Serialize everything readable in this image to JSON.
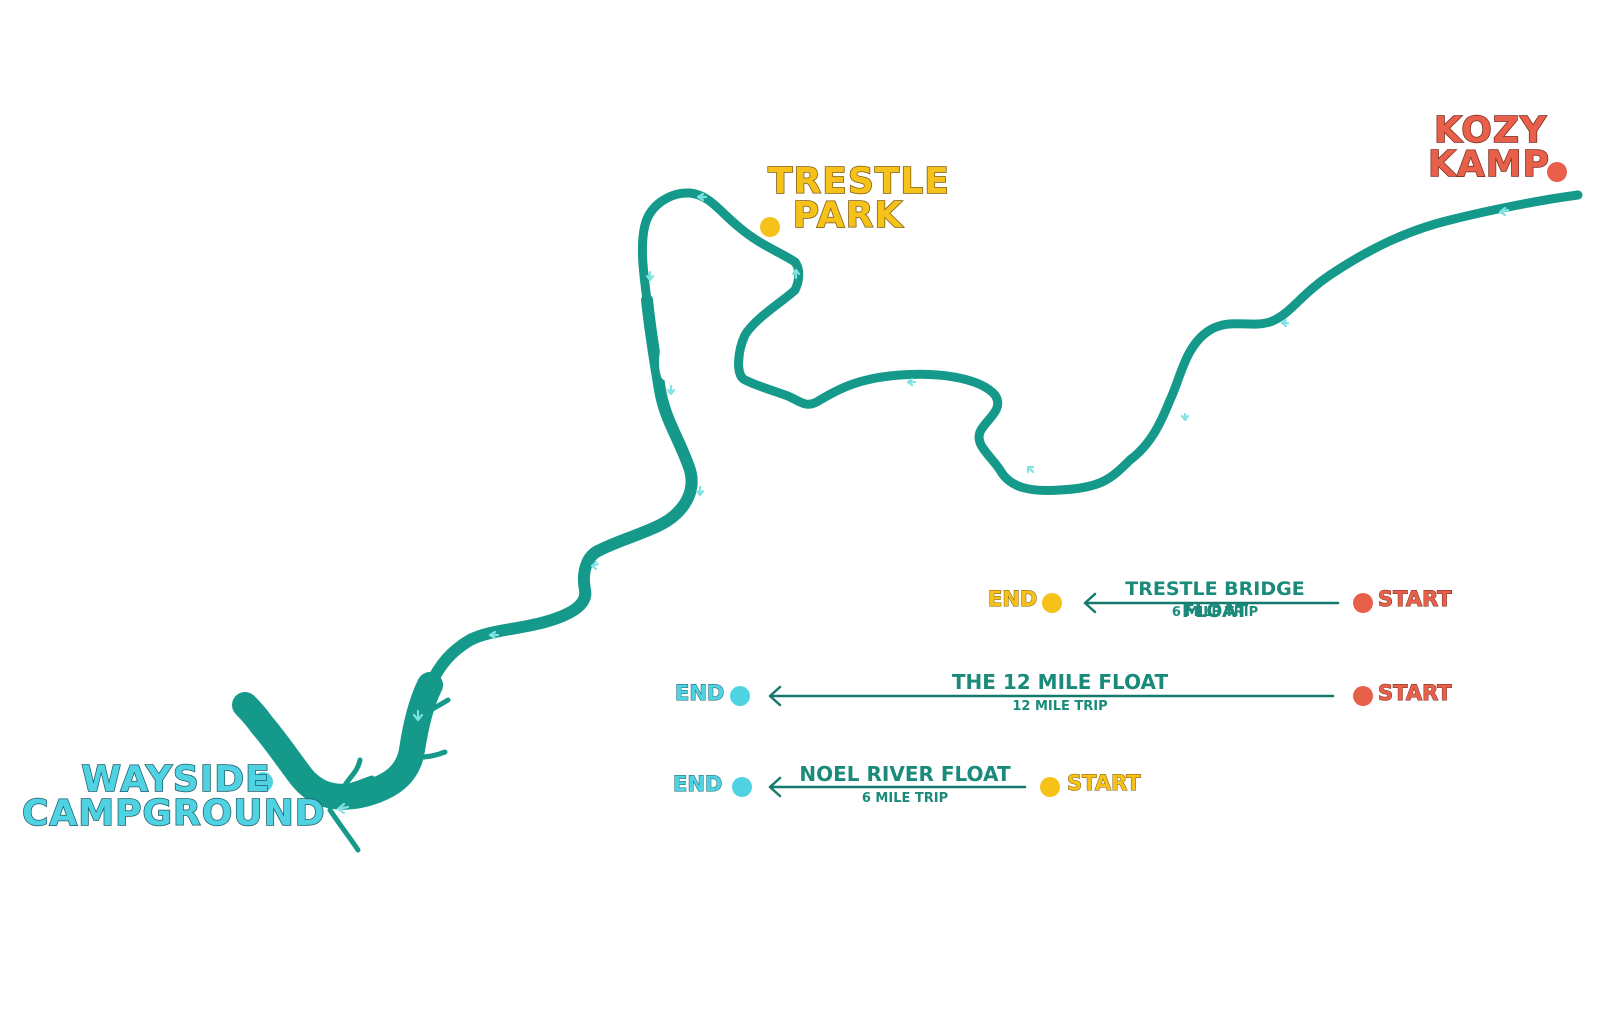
{
  "colors": {
    "river": "#14998a",
    "river_arrow": "#7fe3e6",
    "kozy": "#e8604a",
    "kozy_outline": "#7a2a1f",
    "trestle": "#f6c21a",
    "trestle_outline": "#7a5a10",
    "wayside": "#4fd3e3",
    "wayside_outline": "#1f5b66",
    "legend_line": "#137a6d",
    "legend_title": "#1a8a7a"
  },
  "places": [
    {
      "id": "kozy-kamp",
      "lines": [
        "KOZY",
        "KAMP"
      ],
      "color_key": "kozy"
    },
    {
      "id": "trestle-park",
      "lines": [
        "TRESTLE",
        "PARK"
      ],
      "color_key": "trestle"
    },
    {
      "id": "wayside-campground",
      "lines": [
        "WAYSIDE",
        "CAMPGROUND"
      ],
      "color_key": "wayside"
    }
  ],
  "legend": {
    "floats": [
      {
        "title": "TRESTLE BRIDGE FLOAT",
        "subtitle": "6 MILE TRIP",
        "start_label": "START",
        "end_label": "END",
        "start_color": "kozy",
        "end_color": "trestle"
      },
      {
        "title": "THE 12 MILE FLOAT",
        "subtitle": "12 MILE TRIP",
        "start_label": "START",
        "end_label": "END",
        "start_color": "kozy",
        "end_color": "wayside"
      },
      {
        "title": "NOEL RIVER FLOAT",
        "subtitle": "6 MILE TRIP",
        "start_label": "START",
        "end_label": "END",
        "start_color": "trestle",
        "end_color": "wayside"
      }
    ]
  }
}
